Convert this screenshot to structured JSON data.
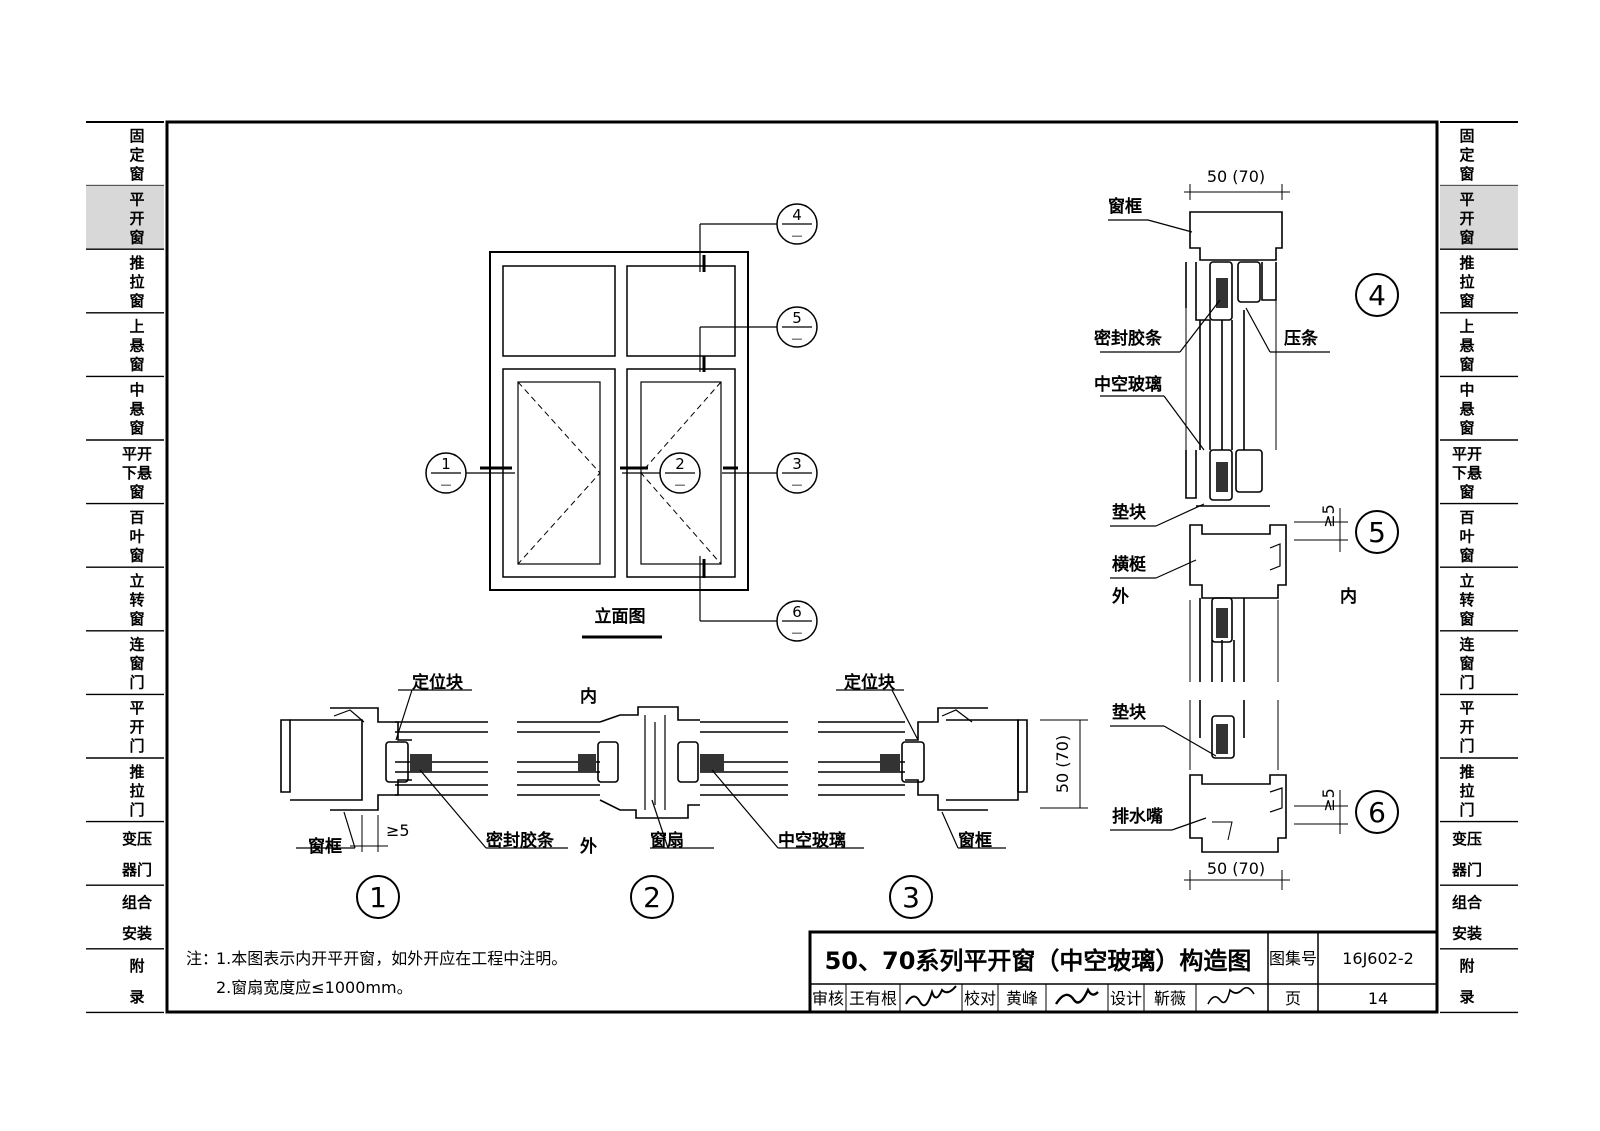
{
  "left_tabs": [
    {
      "lines": [
        "固",
        "定",
        "窗"
      ],
      "active": false
    },
    {
      "lines": [
        "平",
        "开",
        "窗"
      ],
      "active": true
    },
    {
      "lines": [
        "推",
        "拉",
        "窗"
      ],
      "active": false
    },
    {
      "lines": [
        "上",
        "悬",
        "窗"
      ],
      "active": false
    },
    {
      "lines": [
        "中",
        "悬",
        "窗"
      ],
      "active": false
    },
    {
      "lines": [
        "平开",
        "下悬",
        "窗"
      ],
      "active": false
    },
    {
      "lines": [
        "百",
        "叶",
        "窗"
      ],
      "active": false
    },
    {
      "lines": [
        "立",
        "转",
        "窗"
      ],
      "active": false
    },
    {
      "lines": [
        "连",
        "窗",
        "门"
      ],
      "active": false
    },
    {
      "lines": [
        "平",
        "开",
        "门"
      ],
      "active": false
    },
    {
      "lines": [
        "推",
        "拉",
        "门"
      ],
      "active": false
    },
    {
      "lines": [
        "变压",
        "器门"
      ],
      "active": false
    },
    {
      "lines": [
        "组合",
        "安装"
      ],
      "active": false
    },
    {
      "lines": [
        "附",
        "录"
      ],
      "active": false
    }
  ],
  "elevation": {
    "title": "立面图",
    "markers": [
      {
        "num": "1",
        "sub": "—"
      },
      {
        "num": "2",
        "sub": "—"
      },
      {
        "num": "3",
        "sub": "—"
      },
      {
        "num": "4",
        "sub": "—"
      },
      {
        "num": "5",
        "sub": "—"
      },
      {
        "num": "6",
        "sub": "—"
      }
    ]
  },
  "horizontal_section": {
    "labels": {
      "positioning_block_1": "定位块",
      "positioning_block_2": "定位块",
      "inside": "内",
      "outside": "外",
      "frame_1": "窗框",
      "frame_2": "窗框",
      "sash": "窗扇",
      "seal_strip": "密封胶条",
      "insulating_glass": "中空玻璃",
      "gap_dim": "≥5",
      "depth_dim": "50 (70)"
    },
    "detail_numbers": [
      "1",
      "2",
      "3"
    ]
  },
  "vertical_section": {
    "labels": {
      "top_dim": "50 (70)",
      "bottom_dim": "50 (70)",
      "frame": "窗框",
      "seal_strip": "密封胶条",
      "glazing_bead": "压条",
      "insulating_glass": "中空玻璃",
      "setting_block_1": "垫块",
      "transom": "横梃",
      "outside": "外",
      "inside": "内",
      "setting_block_2": "垫块",
      "drain_spout": "排水嘴",
      "gap_dim_1": "≥5",
      "gap_dim_2": "≥5"
    },
    "detail_numbers": [
      "4",
      "5",
      "6"
    ]
  },
  "notes": {
    "prefix": "注：",
    "line1": "1.本图表示内开平开窗，如外开应在工程中注明。",
    "line2": "2.窗扇宽度应≤1000mm。"
  },
  "title_block": {
    "title": "50、70系列平开窗（中空玻璃）构造图",
    "atlas_label": "图集号",
    "atlas_no": "16J602-2",
    "review_label": "审核",
    "reviewer": "王有根",
    "check_label": "校对",
    "checker": "黄峰",
    "design_label": "设计",
    "designer": "靳薇",
    "page_label": "页",
    "page_no": "14"
  }
}
